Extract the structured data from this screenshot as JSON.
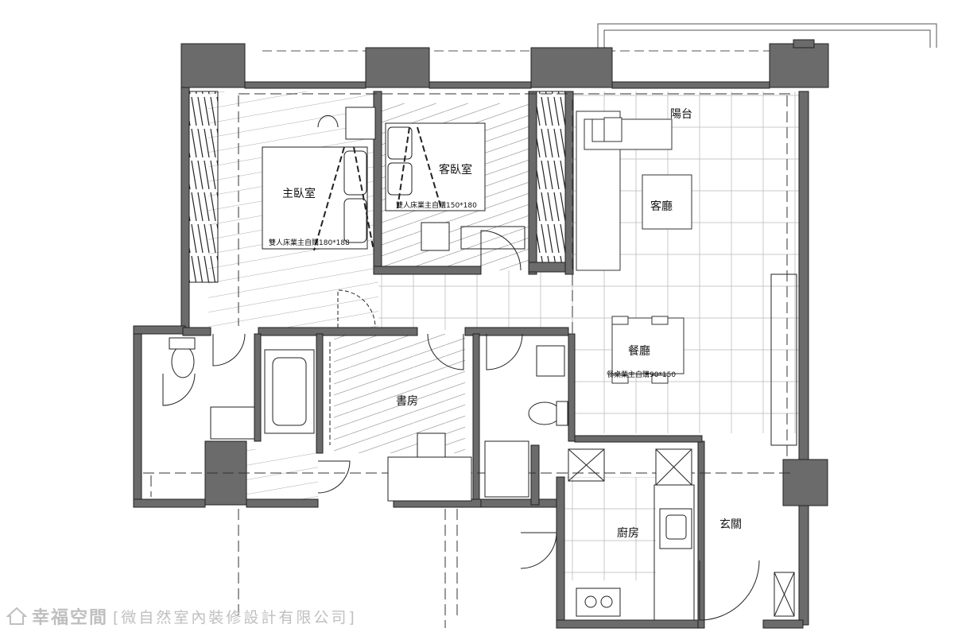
{
  "rooms": {
    "master_bedroom": "主臥室",
    "guest_bedroom": "客臥室",
    "balcony": "陽台",
    "living_room": "客廳",
    "dining_room": "餐廳",
    "study": "書房",
    "kitchen": "廚房",
    "entrance": "玄關"
  },
  "notes": {
    "master_bed": "雙人床業主自購180*188",
    "guest_bed": "雙人床業主自購150*180",
    "dining_table": "餐桌業主自購90*150"
  },
  "watermark": {
    "brand": "幸福空間",
    "company": "[微自然室內裝修設計有限公司]"
  },
  "colors": {
    "wall": "#6b6b6b",
    "line": "#222222",
    "watermark": "#bfbfbf"
  }
}
